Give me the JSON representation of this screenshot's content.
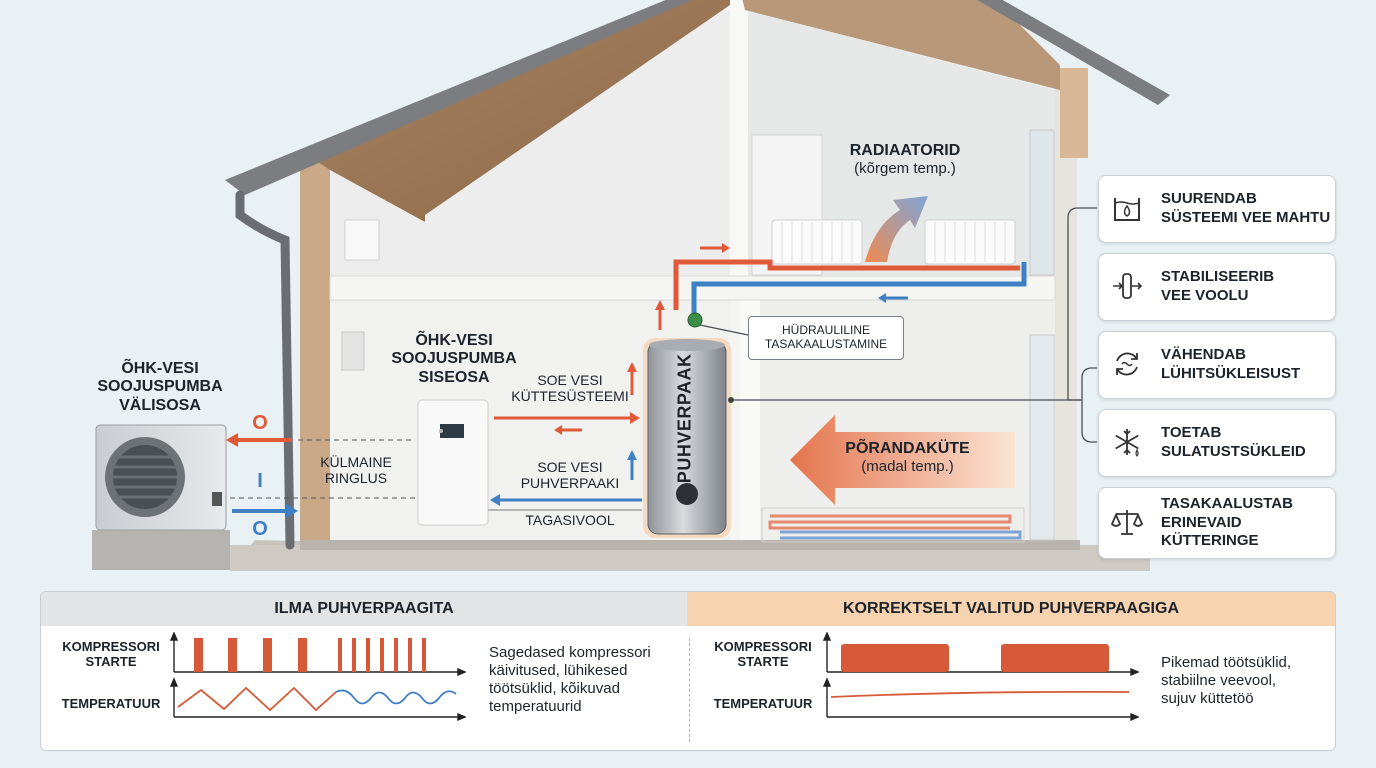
{
  "outdoor_unit": {
    "title_lines": [
      "ÕHK-VESI",
      "SOOJUSPUMBA",
      "VÄLISOSA"
    ],
    "arrow_o_top": "O",
    "arrow_i": "I",
    "arrow_o_bottom": "O"
  },
  "refrigerant_loop": {
    "lines": [
      "KÜLMAINE",
      "RINGLUS"
    ]
  },
  "indoor_unit": {
    "title_lines": [
      "ÕHK-VESI",
      "SOOJUSPUMBA",
      "SISEOSA"
    ]
  },
  "flows": {
    "to_heating": [
      "SOE VESI",
      "KÜTTESÜSTEEMI"
    ],
    "to_tank": [
      "SOE VESI",
      "PUHVERPAAKI"
    ],
    "return": "TAGASIVOOL"
  },
  "tank": {
    "label": "PUHVERPAAK"
  },
  "hydraulic": {
    "lines": [
      "HÜDRAULILINE",
      "TASAKAALUSTAMINE"
    ]
  },
  "radiators": {
    "title": "RADIAATORID",
    "subtitle": "(kõrgem temp.)"
  },
  "floor_heating": {
    "title": "PÕRANDAKÜTE",
    "subtitle": "(madal temp.)"
  },
  "benefits": [
    {
      "icon": "water-drop-icon",
      "lines": [
        "SUURENDAB",
        "SÜSTEEMI VEE MAHTU"
      ]
    },
    {
      "icon": "flow-stabilizer-icon",
      "lines": [
        "STABILISEERIB",
        "VEE VOOLU"
      ]
    },
    {
      "icon": "cycle-arrows-icon",
      "lines": [
        "VÄHENDAB",
        "LÜHITSÜKLEISUST"
      ]
    },
    {
      "icon": "snowflake-icon",
      "lines": [
        "TOETAB",
        "SULATUSTSÜKLEID"
      ]
    },
    {
      "icon": "balance-scale-icon",
      "lines": [
        "TASAKAALUSTAB",
        "ERINEVAID",
        "KÜTTERINGE"
      ]
    }
  ],
  "comparison": {
    "left": {
      "title": "ILMA PUHVERPAAGITA",
      "compressor_label": [
        "KOMPRESSORI",
        "STARTE"
      ],
      "temperature_label": "TEMPERATUUR",
      "description": [
        "Sagedased kompressori",
        "käivitused, lühikesed",
        "töötsüklid, kõikuvad",
        "temperatuurid"
      ]
    },
    "right": {
      "title": "KORREKTSELT VALITUD PUHVERPAAGIGA",
      "compressor_label": [
        "KOMPRESSORI",
        "STARTE"
      ],
      "temperature_label": "TEMPERATUUR",
      "description": [
        "Pikemad töötsüklid,",
        "stabiilne veevool,",
        "sujuv küttetöö"
      ]
    }
  },
  "colors": {
    "hot": "#e05a3a",
    "cold": "#3f7fc4",
    "accent": "#f5c9a0",
    "pulse": "#d65a3a"
  }
}
